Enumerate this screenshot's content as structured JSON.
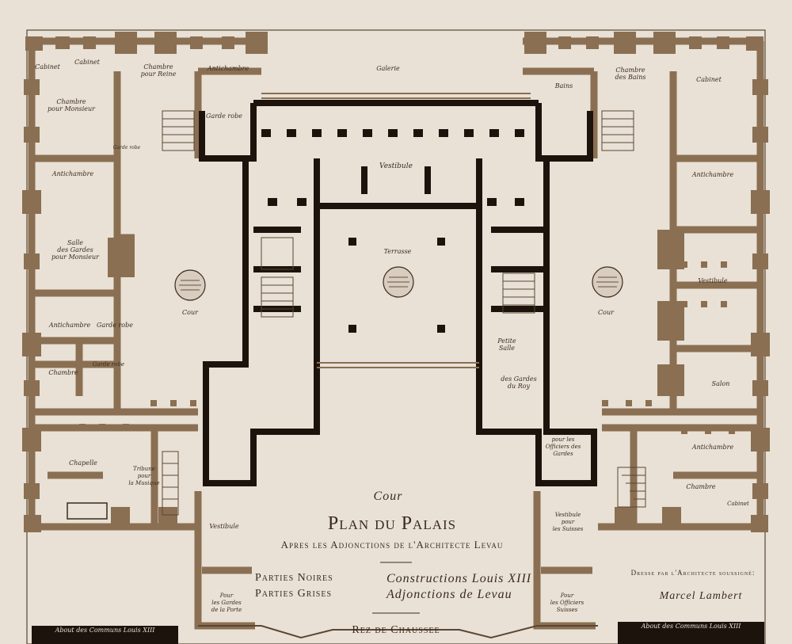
{
  "title": {
    "cour": "Cour",
    "plan": "Plan du Palais",
    "subtitle": "Apres les Adjonctions de l'Architecte Levau",
    "legend_black_label": "Parties Noires",
    "legend_black_value": "Constructions Louis XIII",
    "legend_grey_label": "Parties Grises",
    "legend_grey_value": "Adjonctions de Levau",
    "level": "Rez de Chaussee",
    "credit": "Dresse par l'Architecte soussigné:",
    "signature": "Marcel Lambert"
  },
  "footer": {
    "left": "About des Communs Louis XIII",
    "right": "About des Communs Louis XIII"
  },
  "rooms": [
    {
      "id": "cabinet-1",
      "text": "Cabinet"
    },
    {
      "id": "cabinet-2",
      "text": "Cabinet"
    },
    {
      "id": "chambre-reine",
      "text": "Chambre\npour Reine"
    },
    {
      "id": "antichambre-top-left",
      "text": "Antichambre"
    },
    {
      "id": "galerie",
      "text": "Galerie"
    },
    {
      "id": "bains",
      "text": "Bains"
    },
    {
      "id": "chambre-bains",
      "text": "Chambre\ndes Bains"
    },
    {
      "id": "cabinet-right",
      "text": "Cabinet"
    },
    {
      "id": "chambre-monsieur",
      "text": "Chambre\npour Monsieur"
    },
    {
      "id": "garde-robe-top",
      "text": "Garde robe"
    },
    {
      "id": "garde-robe-small",
      "text": "Garde robe"
    },
    {
      "id": "antichambre-left",
      "text": "Antichambre"
    },
    {
      "id": "vestibule-top",
      "text": "Vestibule"
    },
    {
      "id": "antichambre-right",
      "text": "Antichambre"
    },
    {
      "id": "salle-gardes",
      "text": "Salle\ndes Gardes\npour Monsieur"
    },
    {
      "id": "terrasse",
      "text": "Terrasse"
    },
    {
      "id": "vestibule-right",
      "text": "Vestibule"
    },
    {
      "id": "cour-left",
      "text": "Cour"
    },
    {
      "id": "cour-right",
      "text": "Cour"
    },
    {
      "id": "antichambre-left-2",
      "text": "Antichambre"
    },
    {
      "id": "garde-robe-left-2",
      "text": "Garde robe"
    },
    {
      "id": "petite-salle",
      "text": "Petite\nSalle"
    },
    {
      "id": "chambre-left",
      "text": "Chambre"
    },
    {
      "id": "garde-robe-left-3",
      "text": "Garde robe"
    },
    {
      "id": "gardes-roy",
      "text": "des Gardes\ndu Roy"
    },
    {
      "id": "salon",
      "text": "Salon"
    },
    {
      "id": "chapelle",
      "text": "Chapelle"
    },
    {
      "id": "tribune",
      "text": "Tribune\npour\nla Musique"
    },
    {
      "id": "officiers-gardes",
      "text": "pour les\nOfficiers des\nGardes"
    },
    {
      "id": "antichambre-bottom-right",
      "text": "Antichambre"
    },
    {
      "id": "chambre-bottom-right",
      "text": "Chambre"
    },
    {
      "id": "cabinet-bottom-right",
      "text": "Cabinet"
    },
    {
      "id": "vestibule-left",
      "text": "Vestibule"
    },
    {
      "id": "vestibule-suisses",
      "text": "Vestibule\npour\nles Suisses"
    },
    {
      "id": "gardes-porte",
      "text": "Pour\nles Gardes\nde la Porte"
    },
    {
      "id": "officiers-suisses",
      "text": "Pour\nles Officiers\nSuisses"
    }
  ],
  "colors": {
    "paper": "#e9e1d6",
    "black_parts": "#1c130c",
    "grey_parts": "#8a6f52",
    "ink": "#3b2a1c"
  }
}
